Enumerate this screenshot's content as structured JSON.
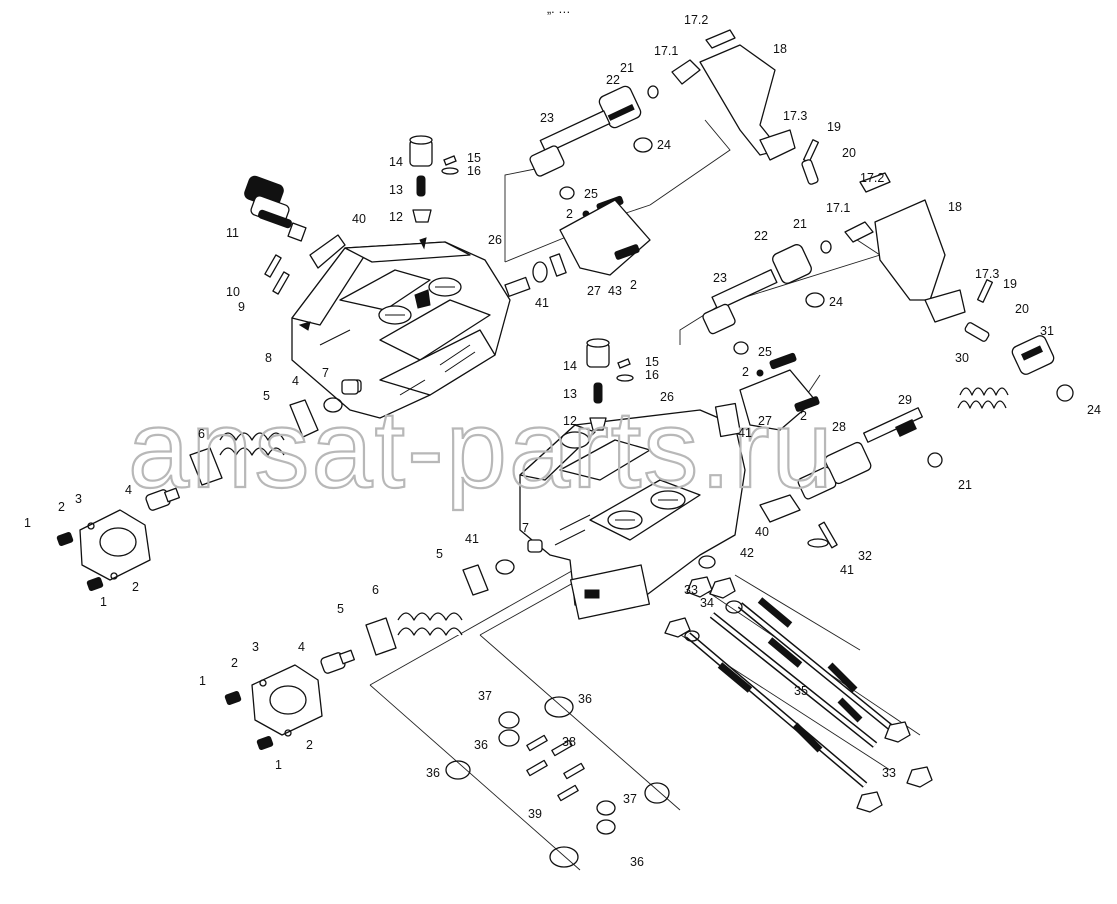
{
  "header_mark": "„. …",
  "watermark": "ansat-parts.ru",
  "callouts": {
    "p1": "1",
    "p2": "2",
    "p3": "3",
    "p4": "4",
    "p5": "5",
    "p6": "6",
    "p7": "7",
    "p8": "8",
    "p9": "9",
    "p10": "10",
    "p11": "11",
    "p12": "12",
    "p13": "13",
    "p14": "14",
    "p15": "15",
    "p16": "16",
    "p17_1": "17.1",
    "p17_2": "17.2",
    "p17_3": "17.3",
    "p18": "18",
    "p19": "19",
    "p20": "20",
    "p21": "21",
    "p22": "22",
    "p23": "23",
    "p24": "24",
    "p25": "25",
    "p26": "26",
    "p27": "27",
    "p28": "28",
    "p29": "29",
    "p30": "30",
    "p31": "31",
    "p32": "32",
    "p33": "33",
    "p34": "34",
    "p35": "35",
    "p36": "36",
    "p37": "37",
    "p38": "38",
    "p39": "39",
    "p40": "40",
    "p41": "41",
    "p42": "42",
    "p43": "43"
  }
}
